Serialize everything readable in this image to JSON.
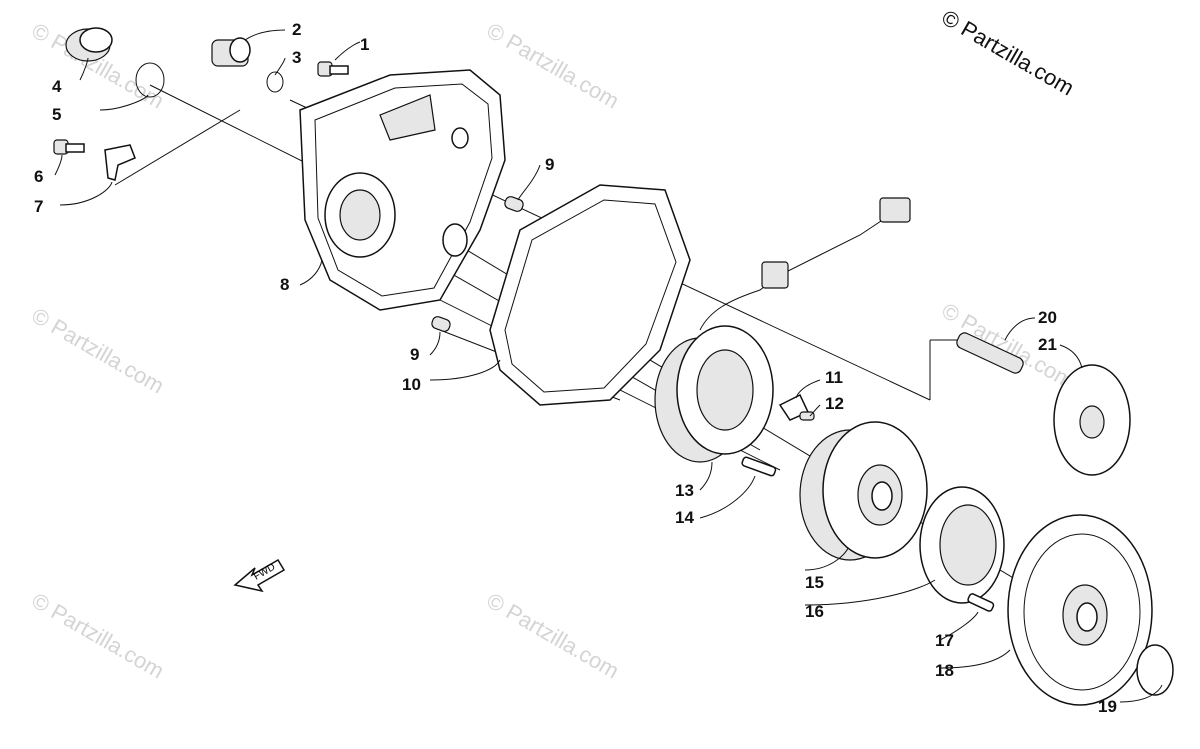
{
  "copyright": "© Partzilla.com",
  "watermark": "© Partzilla.com",
  "direction_label": "FWD",
  "callouts": [
    "1",
    "2",
    "3",
    "4",
    "5",
    "6",
    "7",
    "8",
    "9",
    "9",
    "10",
    "11",
    "12",
    "13",
    "14",
    "15",
    "16",
    "17",
    "18",
    "19",
    "20",
    "21"
  ]
}
